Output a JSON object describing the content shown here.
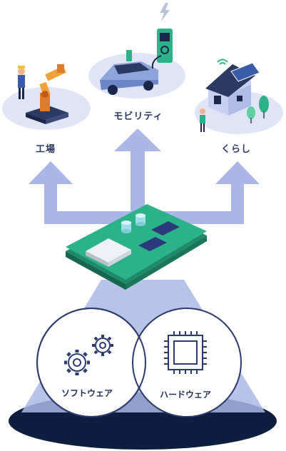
{
  "destinations": {
    "factory_label": "工場",
    "mobility_label": "モビリティ",
    "living_label": "くらし"
  },
  "foundation": {
    "software_label": "ソフトウェア",
    "hardware_label": "ハードウェア"
  },
  "colors": {
    "arrow": "#a9b6e6",
    "platform_shadow": "#d5dcf4",
    "pcb_top": "#2cb289",
    "pcb_side": "#1f8a6a",
    "cone": "#aab9e5",
    "ellipse": "#0c1f40",
    "circle_stroke": "#2b3b6b",
    "label_text": "#2b3a63"
  },
  "icons": [
    "robot-arm-icon",
    "worker-icon",
    "car-icon",
    "charger-icon",
    "lightning-icon",
    "house-icon",
    "solar-panel-icon",
    "wifi-icon",
    "tree-icon",
    "person-icon",
    "gear-icon",
    "chip-icon"
  ]
}
